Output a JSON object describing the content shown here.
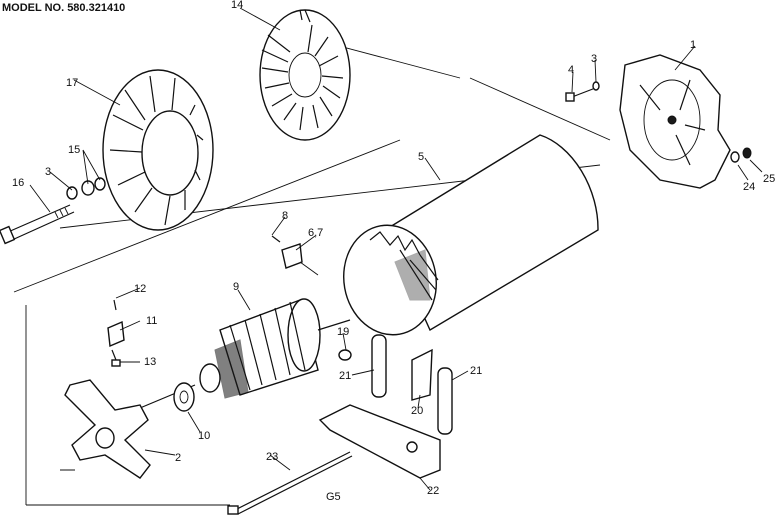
{
  "title": "MODEL NO. 580.321410",
  "footer_code": "G5",
  "callouts": {
    "c1": "1",
    "c2": "2",
    "c3a": "3",
    "c3b": "3",
    "c4": "4",
    "c5": "5",
    "c67": "6,7",
    "c8": "8",
    "c9": "9",
    "c10": "10",
    "c11": "11",
    "c12": "12",
    "c13": "13",
    "c14": "14",
    "c15": "15",
    "c16": "16",
    "c17": "17",
    "c19": "19",
    "c20": "20",
    "c21a": "21",
    "c21b": "21",
    "c22": "22",
    "c23": "23",
    "c24": "24",
    "c25": "25"
  }
}
